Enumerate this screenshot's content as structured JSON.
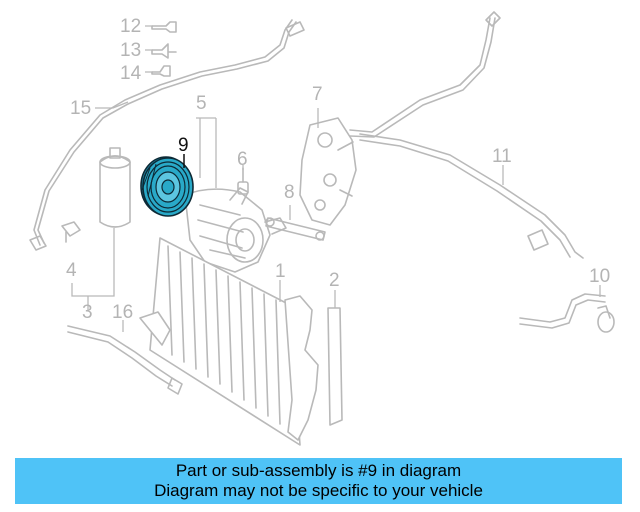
{
  "diagram": {
    "callouts": [
      "1",
      "2",
      "3",
      "4",
      "5",
      "6",
      "7",
      "8",
      "9",
      "10",
      "11",
      "12",
      "13",
      "14",
      "15",
      "16"
    ],
    "highlighted_part": "9",
    "highlight_color": "#29a9c8",
    "part_color": "#b9b9b9"
  },
  "banner": {
    "line1": "Part or sub-assembly is #9 in diagram",
    "line2": "Diagram may not be specific to your vehicle",
    "background": "#4fc3f7"
  }
}
